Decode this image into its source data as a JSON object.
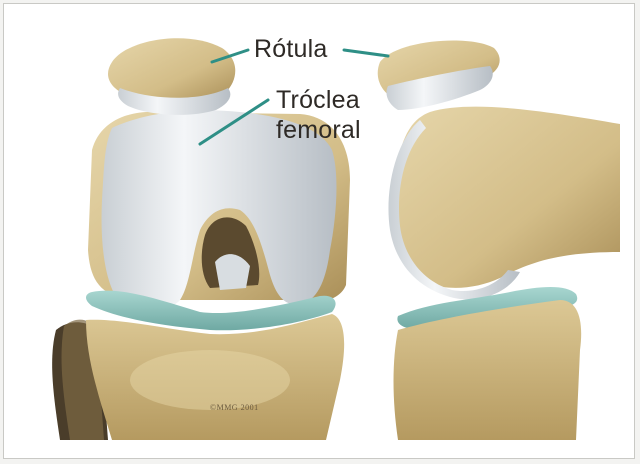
{
  "labels": {
    "rotula": "Rótula",
    "troclea_line1": "Tróclea",
    "troclea_line2": "femoral"
  },
  "credit": "©MMG 2001",
  "colors": {
    "bone": "#d8c493",
    "bone_shadow": "#a98e57",
    "cartilage": "#e8ecef",
    "meniscus": "#8ec4bf",
    "leader_line": "#2e8f86",
    "background": "#ffffff"
  },
  "icons": {
    "patella": "patella-illustration",
    "femur": "femur-illustration",
    "tibia": "tibia-illustration"
  }
}
